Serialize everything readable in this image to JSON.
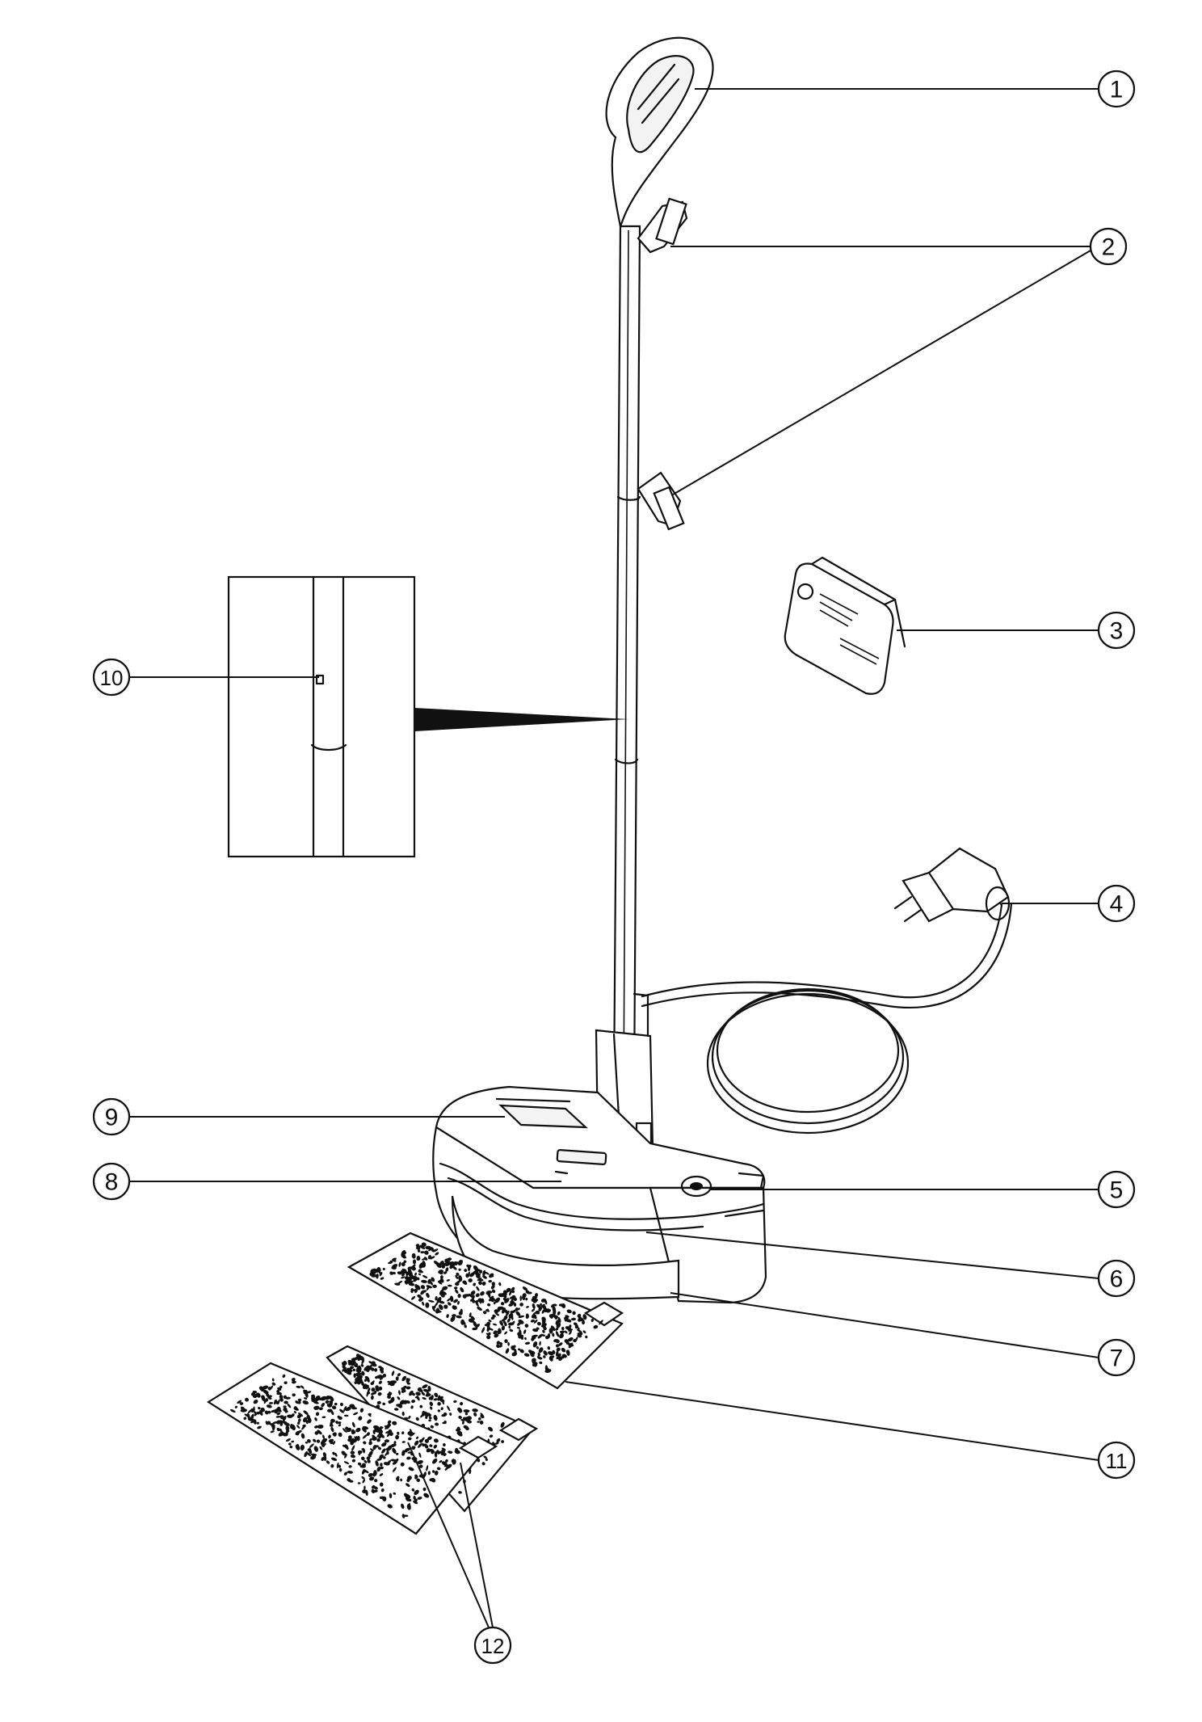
{
  "callouts": [
    {
      "id": "1",
      "label": "1"
    },
    {
      "id": "2",
      "label": "2"
    },
    {
      "id": "3",
      "label": "3"
    },
    {
      "id": "4",
      "label": "4"
    },
    {
      "id": "5",
      "label": "5"
    },
    {
      "id": "6",
      "label": "6"
    },
    {
      "id": "7",
      "label": "7"
    },
    {
      "id": "8",
      "label": "8"
    },
    {
      "id": "9",
      "label": "9"
    },
    {
      "id": "10",
      "label": "10"
    },
    {
      "id": "11",
      "label": "11"
    },
    {
      "id": "12",
      "label": "12"
    }
  ],
  "colors": {
    "line": "#111111",
    "background": "#ffffff"
  }
}
